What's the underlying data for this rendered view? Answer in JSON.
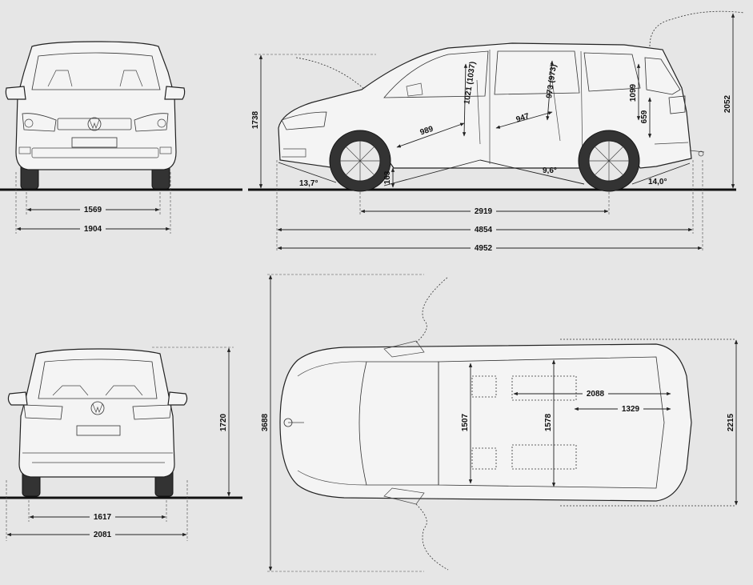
{
  "dimensions": {
    "front_track": "1569",
    "front_width": "1904",
    "height_front": "1738",
    "wheelbase": "2919",
    "length": "4854",
    "length_hitch": "4952",
    "height_open": "2052",
    "approach_angle": "13,7°",
    "departure_angle": "14,0°",
    "ramp_angle": "9,6°",
    "ground_clearance": "163",
    "headroom_front": "1021 (1037)",
    "legroom_front": "989",
    "headroom_middle": "973 (973)",
    "legroom_middle": "947",
    "headroom_rear": "1099",
    "cargo_height": "659",
    "rear_track": "1617",
    "rear_width": "2081",
    "height_rear": "1720",
    "top_length": "3688",
    "top_width_doors": "2215",
    "interior_length": "2088",
    "cargo_length": "1329",
    "interior_width_front": "1507",
    "interior_width_middle": "1578"
  },
  "colors": {
    "background": "#e6e6e6",
    "line": "#222222",
    "ground": "#111111"
  },
  "icons": [
    "vw-logo-icon"
  ]
}
